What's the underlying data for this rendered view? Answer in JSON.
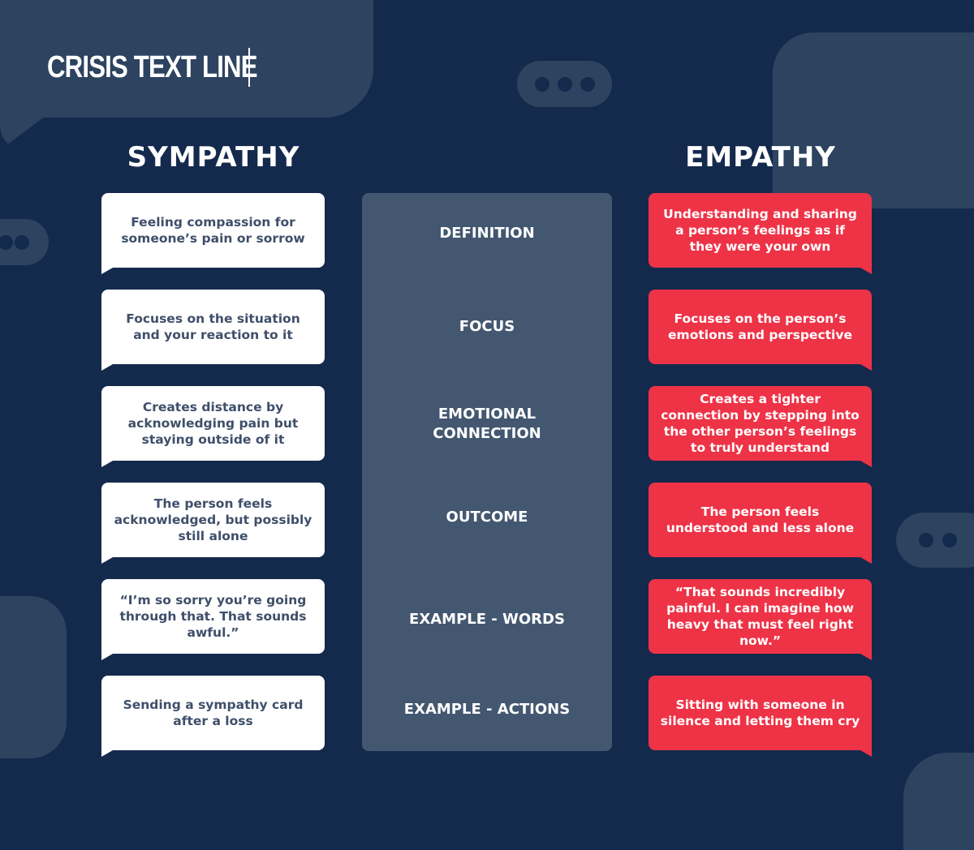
{
  "brand": {
    "logo_text": "CRISIS TEXT LINE"
  },
  "headings": {
    "left": "SYMPATHY",
    "right": "EMPATHY"
  },
  "colors": {
    "background": "#142a4d",
    "panel": "#435770",
    "empathy": "#ee3347",
    "sympathy": "#ffffff",
    "decor": "#2d4360"
  },
  "rows": [
    {
      "label": "DEFINITION",
      "sympathy": "Feeling compassion for someone’s pain or sorrow",
      "empathy": "Understanding and sharing a person’s feelings as if they were your own"
    },
    {
      "label": "FOCUS",
      "sympathy": "Focuses on the situation and your reaction to it",
      "empathy": "Focuses on the person’s emotions and perspective"
    },
    {
      "label": "EMOTIONAL CONNECTION",
      "sympathy": "Creates distance by acknowledging pain but staying outside of it",
      "empathy": "Creates a tighter connection by stepping into the other person’s feelings to truly understand"
    },
    {
      "label": "OUTCOME",
      "sympathy": "The person feels acknowledged, but possibly still alone",
      "empathy": "The person feels understood and less alone"
    },
    {
      "label": "EXAMPLE - WORDS",
      "sympathy": "“I’m so sorry you’re going through that. That sounds awful.”",
      "empathy": "“That sounds incredibly painful. I can imagine how heavy that must feel right now.”"
    },
    {
      "label": "EXAMPLE - ACTIONS",
      "sympathy": "Sending a sympathy card after a loss",
      "empathy": "Sitting with someone in silence and letting them cry"
    }
  ]
}
